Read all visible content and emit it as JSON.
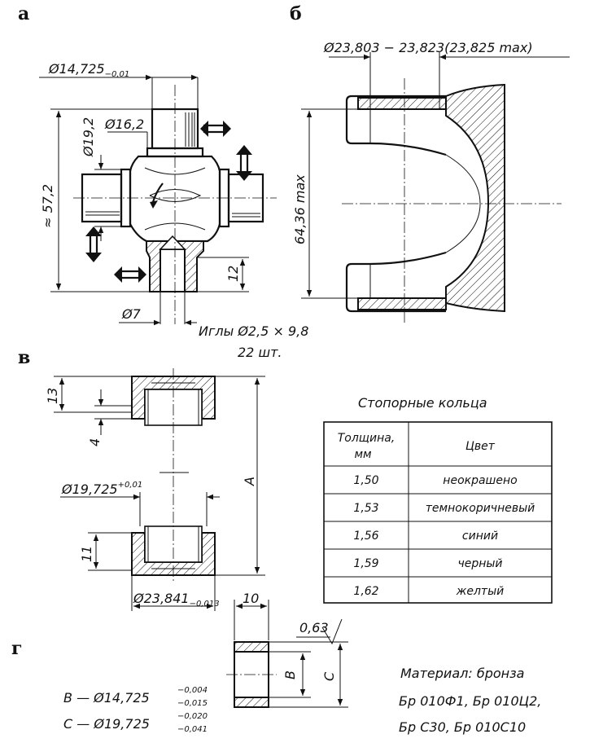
{
  "panels": {
    "a": "а",
    "b": "б",
    "v": "в",
    "g": "г"
  },
  "cross": {
    "d_top": "Ø14,725",
    "d_top_tol": "−0,01",
    "d_neck": "Ø16,2",
    "d_body": "Ø19,2",
    "len": "≈ 57,2",
    "h12": "12",
    "d_small": "Ø7",
    "needles_line1": "Иглы  Ø2,5 × 9,8",
    "needles_line2": "22 шт."
  },
  "yoke": {
    "bore": "Ø23,803 − 23,823(23,825 max)",
    "height": "64,36 max"
  },
  "bearing": {
    "h13": "13",
    "h4": "4",
    "A": "A",
    "d_inner": "Ø19,725",
    "d_inner_tol": "+0,01",
    "h11": "11",
    "d_outer": "Ø23,841",
    "d_outer_tol": "−0,013"
  },
  "rings_table": {
    "title": "Стопорные кольца",
    "col1_header_line1": "Толщина,",
    "col1_header_line2": "мм",
    "col2_header": "Цвет",
    "rows": [
      {
        "thickness": "1,50",
        "color": "неокрашено"
      },
      {
        "thickness": "1,53",
        "color": "темнокоричневый"
      },
      {
        "thickness": "1,56",
        "color": "синий"
      },
      {
        "thickness": "1,59",
        "color": "черный"
      },
      {
        "thickness": "1,62",
        "color": "желтый"
      }
    ]
  },
  "bushing": {
    "w10": "10",
    "roughness": "0,63",
    "B": "B",
    "C": "C",
    "formula_B": "B — Ø14,725",
    "formula_B_up": "−0,004",
    "formula_B_lo": "−0,015",
    "formula_C": "C — Ø19,725",
    "formula_C_up": "−0,020",
    "formula_C_lo": "−0,041"
  },
  "material": {
    "line1": "Материал: бронза",
    "line2": "Бр 010Ф1, Бр 010Ц2,",
    "line3": "Бр С30, Бр 010С10"
  }
}
